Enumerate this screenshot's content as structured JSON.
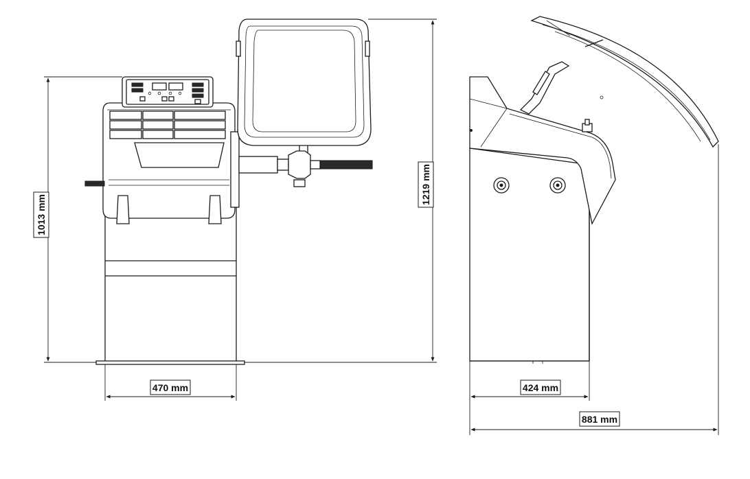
{
  "dimensions": {
    "front_height": "1013 mm",
    "total_height": "1219 mm",
    "front_width": "470 mm",
    "side_base_depth": "424 mm",
    "side_total_depth": "881 mm"
  }
}
